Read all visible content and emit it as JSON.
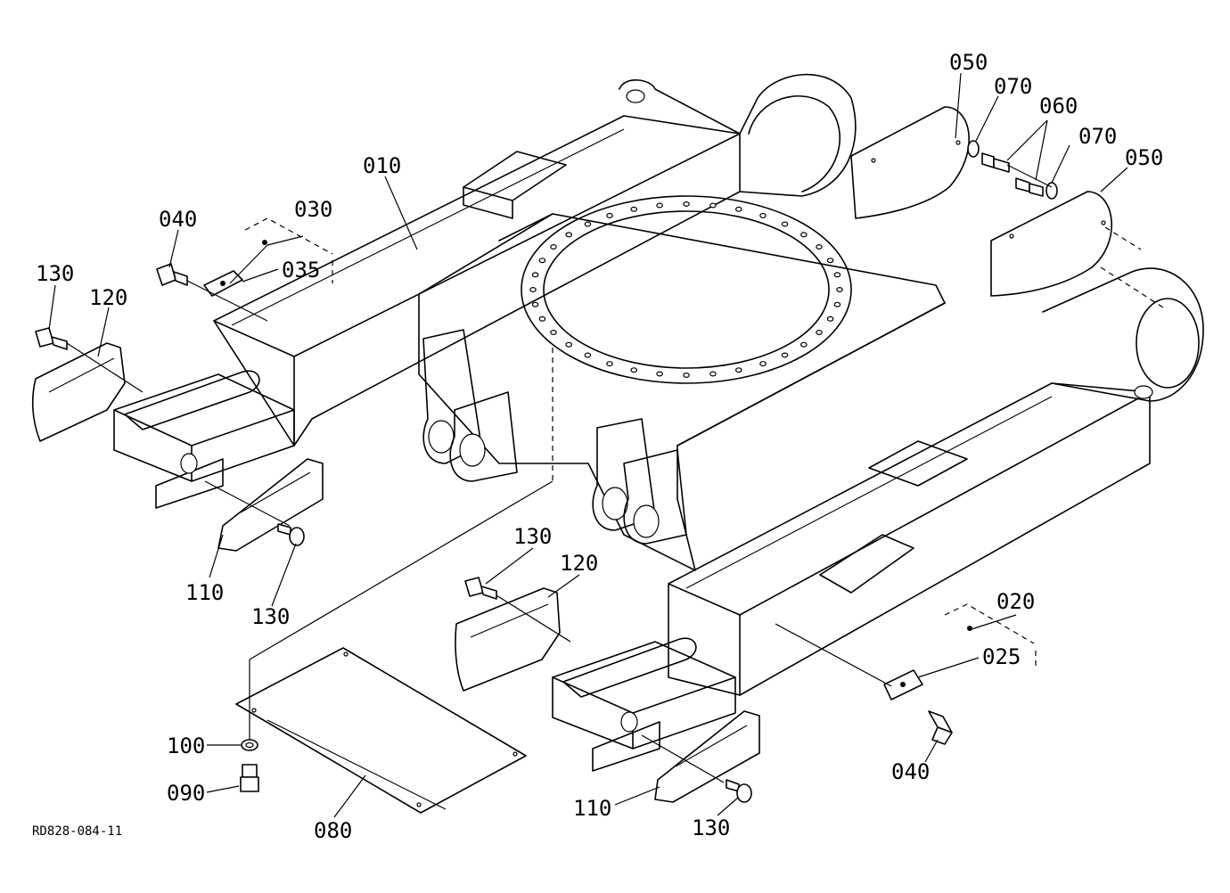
{
  "drawing_ref": "RD828-084-11",
  "part_labels": {
    "p010": "010",
    "p020": "020",
    "p025": "025",
    "p030": "030",
    "p035": "035",
    "p040a": "040",
    "p040b": "040",
    "p050a": "050",
    "p050b": "050",
    "p060": "060",
    "p070a": "070",
    "p070b": "070",
    "p080": "080",
    "p090": "090",
    "p100": "100",
    "p110a": "110",
    "p110b": "110",
    "p120a": "120",
    "p120b": "120",
    "p130a": "130",
    "p130b": "130",
    "p130c": "130",
    "p130d": "130"
  }
}
